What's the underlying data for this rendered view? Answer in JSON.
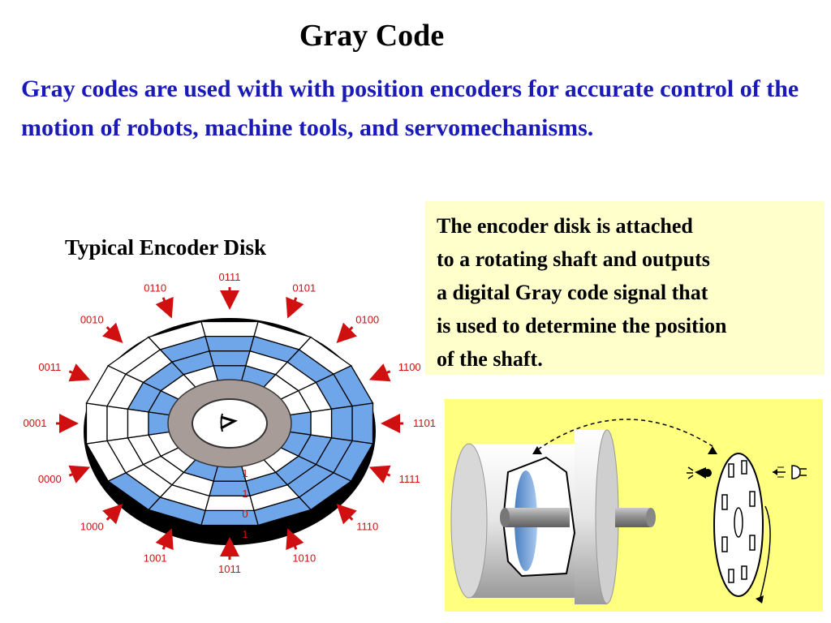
{
  "title": "Gray Code",
  "intro": "Gray codes are used with with position encoders for accurate control of the motion of robots, machine tools, and servomechanisms.",
  "disk_caption": "Typical Encoder Disk",
  "info_lines": [
    "The encoder disk is attached",
    "to a rotating shaft and outputs",
    "a digital Gray code signal that",
    "is used to determine the position",
    "of the shaft."
  ],
  "disk_codes": [
    "0111",
    "0101",
    "0100",
    "1100",
    "1101",
    "1111",
    "1110",
    "1010",
    "1011",
    "1001",
    "1000",
    "0000",
    "0001",
    "0011",
    "0010",
    "0110"
  ],
  "bit_readout": [
    "1",
    "1",
    "0",
    "1"
  ],
  "colors": {
    "accent_text": "#1a1ab8",
    "disk_blue": "#6fa6ea",
    "hub": "#a89c99",
    "label_red": "#d01010",
    "info_bg": "#ffffcc",
    "photo_bg": "#ffff80"
  },
  "icons": {
    "hub_arrow": "curved-arrow-icon",
    "light_source": "lamp-icon",
    "sensor": "photodetector-icon"
  }
}
